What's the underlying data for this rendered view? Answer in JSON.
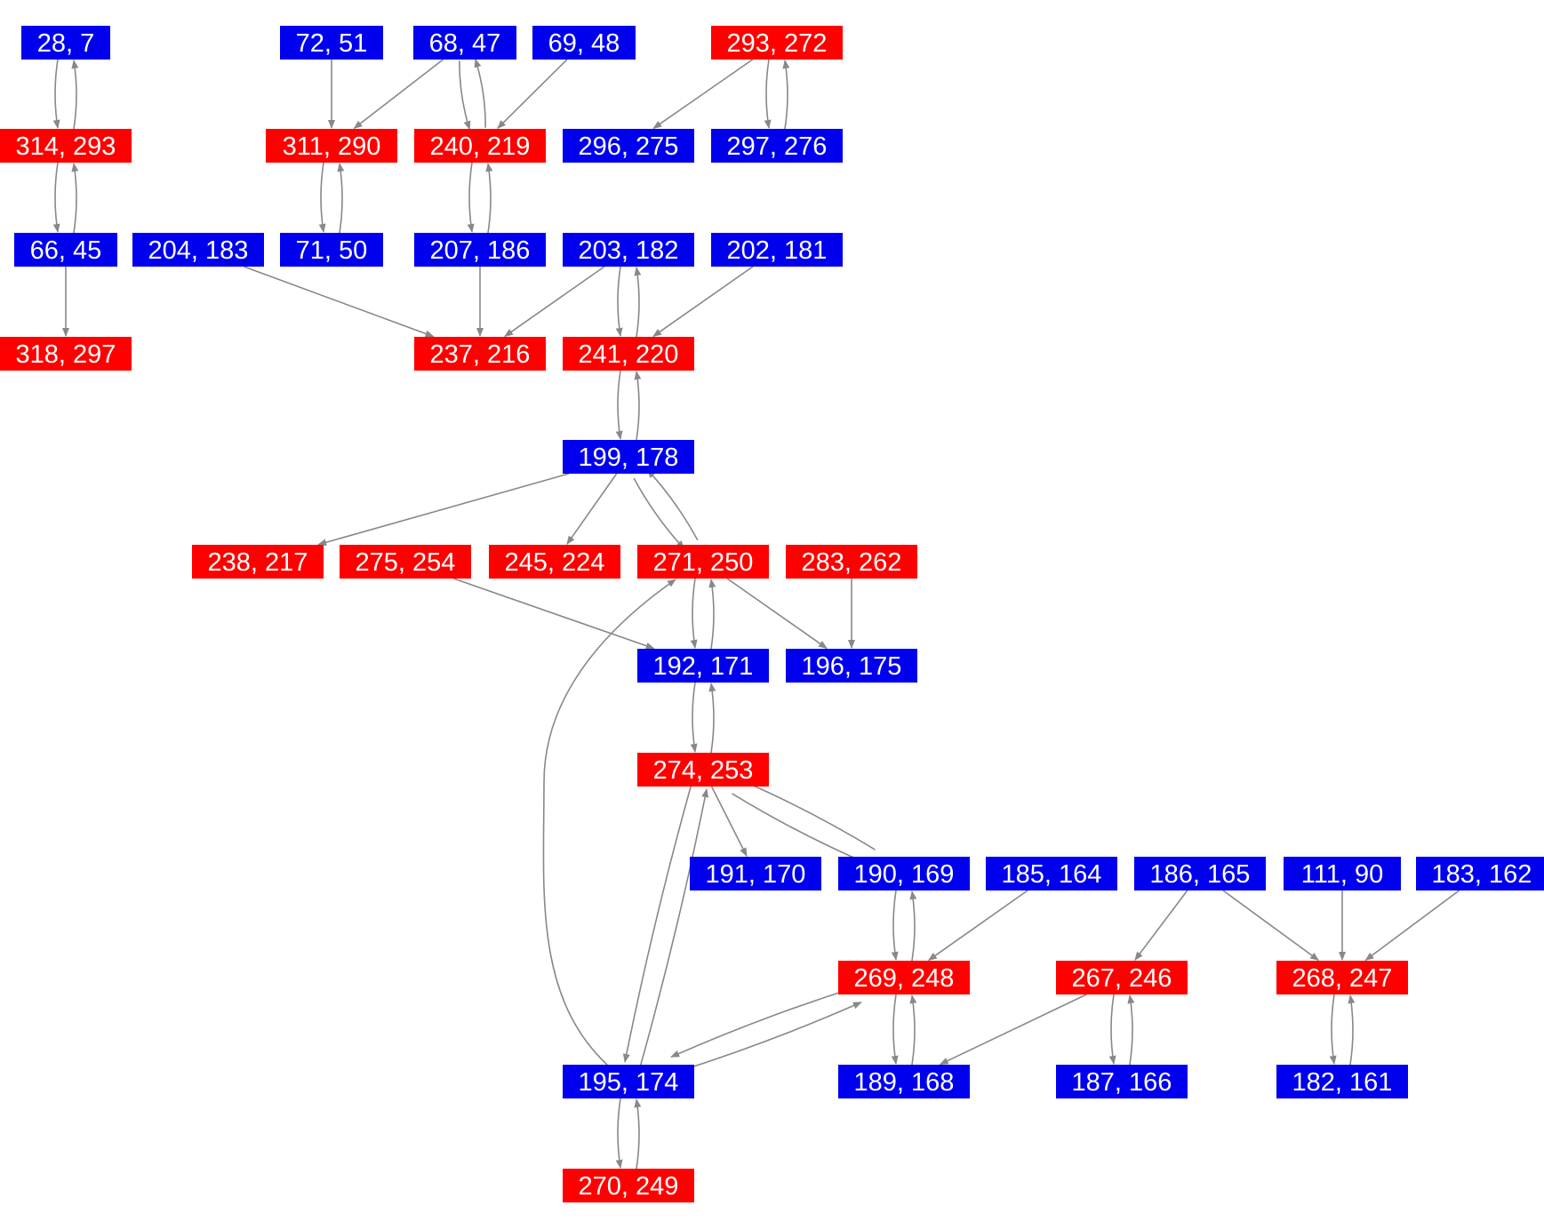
{
  "colors": {
    "blue": "#0000ee",
    "red": "#ff0000",
    "edge": "#888888",
    "background": "#ffffff"
  },
  "nodes": [
    {
      "id": "n28_7",
      "label": "28, 7",
      "color": "blue"
    },
    {
      "id": "n72_51",
      "label": "72, 51",
      "color": "blue"
    },
    {
      "id": "n68_47",
      "label": "68, 47",
      "color": "blue"
    },
    {
      "id": "n69_48",
      "label": "69, 48",
      "color": "blue"
    },
    {
      "id": "n293_272",
      "label": "293, 272",
      "color": "red"
    },
    {
      "id": "n314_293",
      "label": "314, 293",
      "color": "red"
    },
    {
      "id": "n311_290",
      "label": "311, 290",
      "color": "red"
    },
    {
      "id": "n240_219",
      "label": "240, 219",
      "color": "red"
    },
    {
      "id": "n296_275",
      "label": "296, 275",
      "color": "blue"
    },
    {
      "id": "n297_276",
      "label": "297, 276",
      "color": "blue"
    },
    {
      "id": "n66_45",
      "label": "66, 45",
      "color": "blue"
    },
    {
      "id": "n204_183",
      "label": "204, 183",
      "color": "blue"
    },
    {
      "id": "n71_50",
      "label": "71, 50",
      "color": "blue"
    },
    {
      "id": "n207_186",
      "label": "207, 186",
      "color": "blue"
    },
    {
      "id": "n203_182",
      "label": "203, 182",
      "color": "blue"
    },
    {
      "id": "n202_181",
      "label": "202, 181",
      "color": "blue"
    },
    {
      "id": "n318_297",
      "label": "318, 297",
      "color": "red"
    },
    {
      "id": "n237_216",
      "label": "237, 216",
      "color": "red"
    },
    {
      "id": "n241_220",
      "label": "241, 220",
      "color": "red"
    },
    {
      "id": "n199_178",
      "label": "199, 178",
      "color": "blue"
    },
    {
      "id": "n238_217",
      "label": "238, 217",
      "color": "red"
    },
    {
      "id": "n275_254",
      "label": "275, 254",
      "color": "red"
    },
    {
      "id": "n245_224",
      "label": "245, 224",
      "color": "red"
    },
    {
      "id": "n271_250",
      "label": "271, 250",
      "color": "red"
    },
    {
      "id": "n283_262",
      "label": "283, 262",
      "color": "red"
    },
    {
      "id": "n192_171",
      "label": "192, 171",
      "color": "blue"
    },
    {
      "id": "n196_175",
      "label": "196, 175",
      "color": "blue"
    },
    {
      "id": "n274_253",
      "label": "274, 253",
      "color": "red"
    },
    {
      "id": "n191_170",
      "label": "191, 170",
      "color": "blue"
    },
    {
      "id": "n190_169",
      "label": "190, 169",
      "color": "blue"
    },
    {
      "id": "n185_164",
      "label": "185, 164",
      "color": "blue"
    },
    {
      "id": "n186_165",
      "label": "186, 165",
      "color": "blue"
    },
    {
      "id": "n111_90",
      "label": "111, 90",
      "color": "blue"
    },
    {
      "id": "n183_162",
      "label": "183, 162",
      "color": "blue"
    },
    {
      "id": "n269_248",
      "label": "269, 248",
      "color": "red"
    },
    {
      "id": "n267_246",
      "label": "267, 246",
      "color": "red"
    },
    {
      "id": "n268_247",
      "label": "268, 247",
      "color": "red"
    },
    {
      "id": "n195_174",
      "label": "195, 174",
      "color": "blue"
    },
    {
      "id": "n189_168",
      "label": "189, 168",
      "color": "blue"
    },
    {
      "id": "n187_166",
      "label": "187, 166",
      "color": "blue"
    },
    {
      "id": "n182_161",
      "label": "182, 161",
      "color": "blue"
    },
    {
      "id": "n270_249",
      "label": "270, 249",
      "color": "red"
    }
  ],
  "edges": [
    {
      "from": "n28_7",
      "to": "n314_293"
    },
    {
      "from": "n314_293",
      "to": "n28_7"
    },
    {
      "from": "n314_293",
      "to": "n66_45"
    },
    {
      "from": "n66_45",
      "to": "n314_293"
    },
    {
      "from": "n66_45",
      "to": "n318_297"
    },
    {
      "from": "n72_51",
      "to": "n311_290"
    },
    {
      "from": "n68_47",
      "to": "n311_290"
    },
    {
      "from": "n311_290",
      "to": "n71_50"
    },
    {
      "from": "n71_50",
      "to": "n311_290"
    },
    {
      "from": "n68_47",
      "to": "n240_219"
    },
    {
      "from": "n240_219",
      "to": "n68_47"
    },
    {
      "from": "n69_48",
      "to": "n240_219"
    },
    {
      "from": "n240_219",
      "to": "n207_186"
    },
    {
      "from": "n207_186",
      "to": "n240_219"
    },
    {
      "from": "n293_272",
      "to": "n296_275"
    },
    {
      "from": "n293_272",
      "to": "n297_276"
    },
    {
      "from": "n297_276",
      "to": "n293_272"
    },
    {
      "from": "n204_183",
      "to": "n237_216"
    },
    {
      "from": "n207_186",
      "to": "n237_216"
    },
    {
      "from": "n203_182",
      "to": "n237_216"
    },
    {
      "from": "n203_182",
      "to": "n241_220"
    },
    {
      "from": "n241_220",
      "to": "n203_182"
    },
    {
      "from": "n202_181",
      "to": "n241_220"
    },
    {
      "from": "n241_220",
      "to": "n199_178"
    },
    {
      "from": "n199_178",
      "to": "n241_220"
    },
    {
      "from": "n199_178",
      "to": "n238_217"
    },
    {
      "from": "n199_178",
      "to": "n245_224"
    },
    {
      "from": "n199_178",
      "to": "n271_250"
    },
    {
      "from": "n271_250",
      "to": "n199_178"
    },
    {
      "from": "n275_254",
      "to": "n192_171"
    },
    {
      "from": "n271_250",
      "to": "n192_171"
    },
    {
      "from": "n192_171",
      "to": "n271_250"
    },
    {
      "from": "n271_250",
      "to": "n196_175"
    },
    {
      "from": "n283_262",
      "to": "n196_175"
    },
    {
      "from": "n192_171",
      "to": "n274_253"
    },
    {
      "from": "n274_253",
      "to": "n192_171"
    },
    {
      "from": "n274_253",
      "to": "n191_170"
    },
    {
      "from": "n274_253",
      "to": "n190_169"
    },
    {
      "from": "n190_169",
      "to": "n274_253"
    },
    {
      "from": "n274_253",
      "to": "n195_174"
    },
    {
      "from": "n195_174",
      "to": "n274_253"
    },
    {
      "from": "n195_174",
      "to": "n271_250"
    },
    {
      "from": "n190_169",
      "to": "n269_248"
    },
    {
      "from": "n269_248",
      "to": "n190_169"
    },
    {
      "from": "n185_164",
      "to": "n269_248"
    },
    {
      "from": "n269_248",
      "to": "n195_174"
    },
    {
      "from": "n195_174",
      "to": "n269_248"
    },
    {
      "from": "n269_248",
      "to": "n189_168"
    },
    {
      "from": "n189_168",
      "to": "n269_248"
    },
    {
      "from": "n186_165",
      "to": "n267_246"
    },
    {
      "from": "n186_165",
      "to": "n268_247"
    },
    {
      "from": "n111_90",
      "to": "n268_247"
    },
    {
      "from": "n183_162",
      "to": "n268_247"
    },
    {
      "from": "n267_246",
      "to": "n189_168"
    },
    {
      "from": "n267_246",
      "to": "n187_166"
    },
    {
      "from": "n187_166",
      "to": "n267_246"
    },
    {
      "from": "n268_247",
      "to": "n182_161"
    },
    {
      "from": "n182_161",
      "to": "n268_247"
    },
    {
      "from": "n195_174",
      "to": "n270_249"
    },
    {
      "from": "n270_249",
      "to": "n195_174"
    }
  ]
}
